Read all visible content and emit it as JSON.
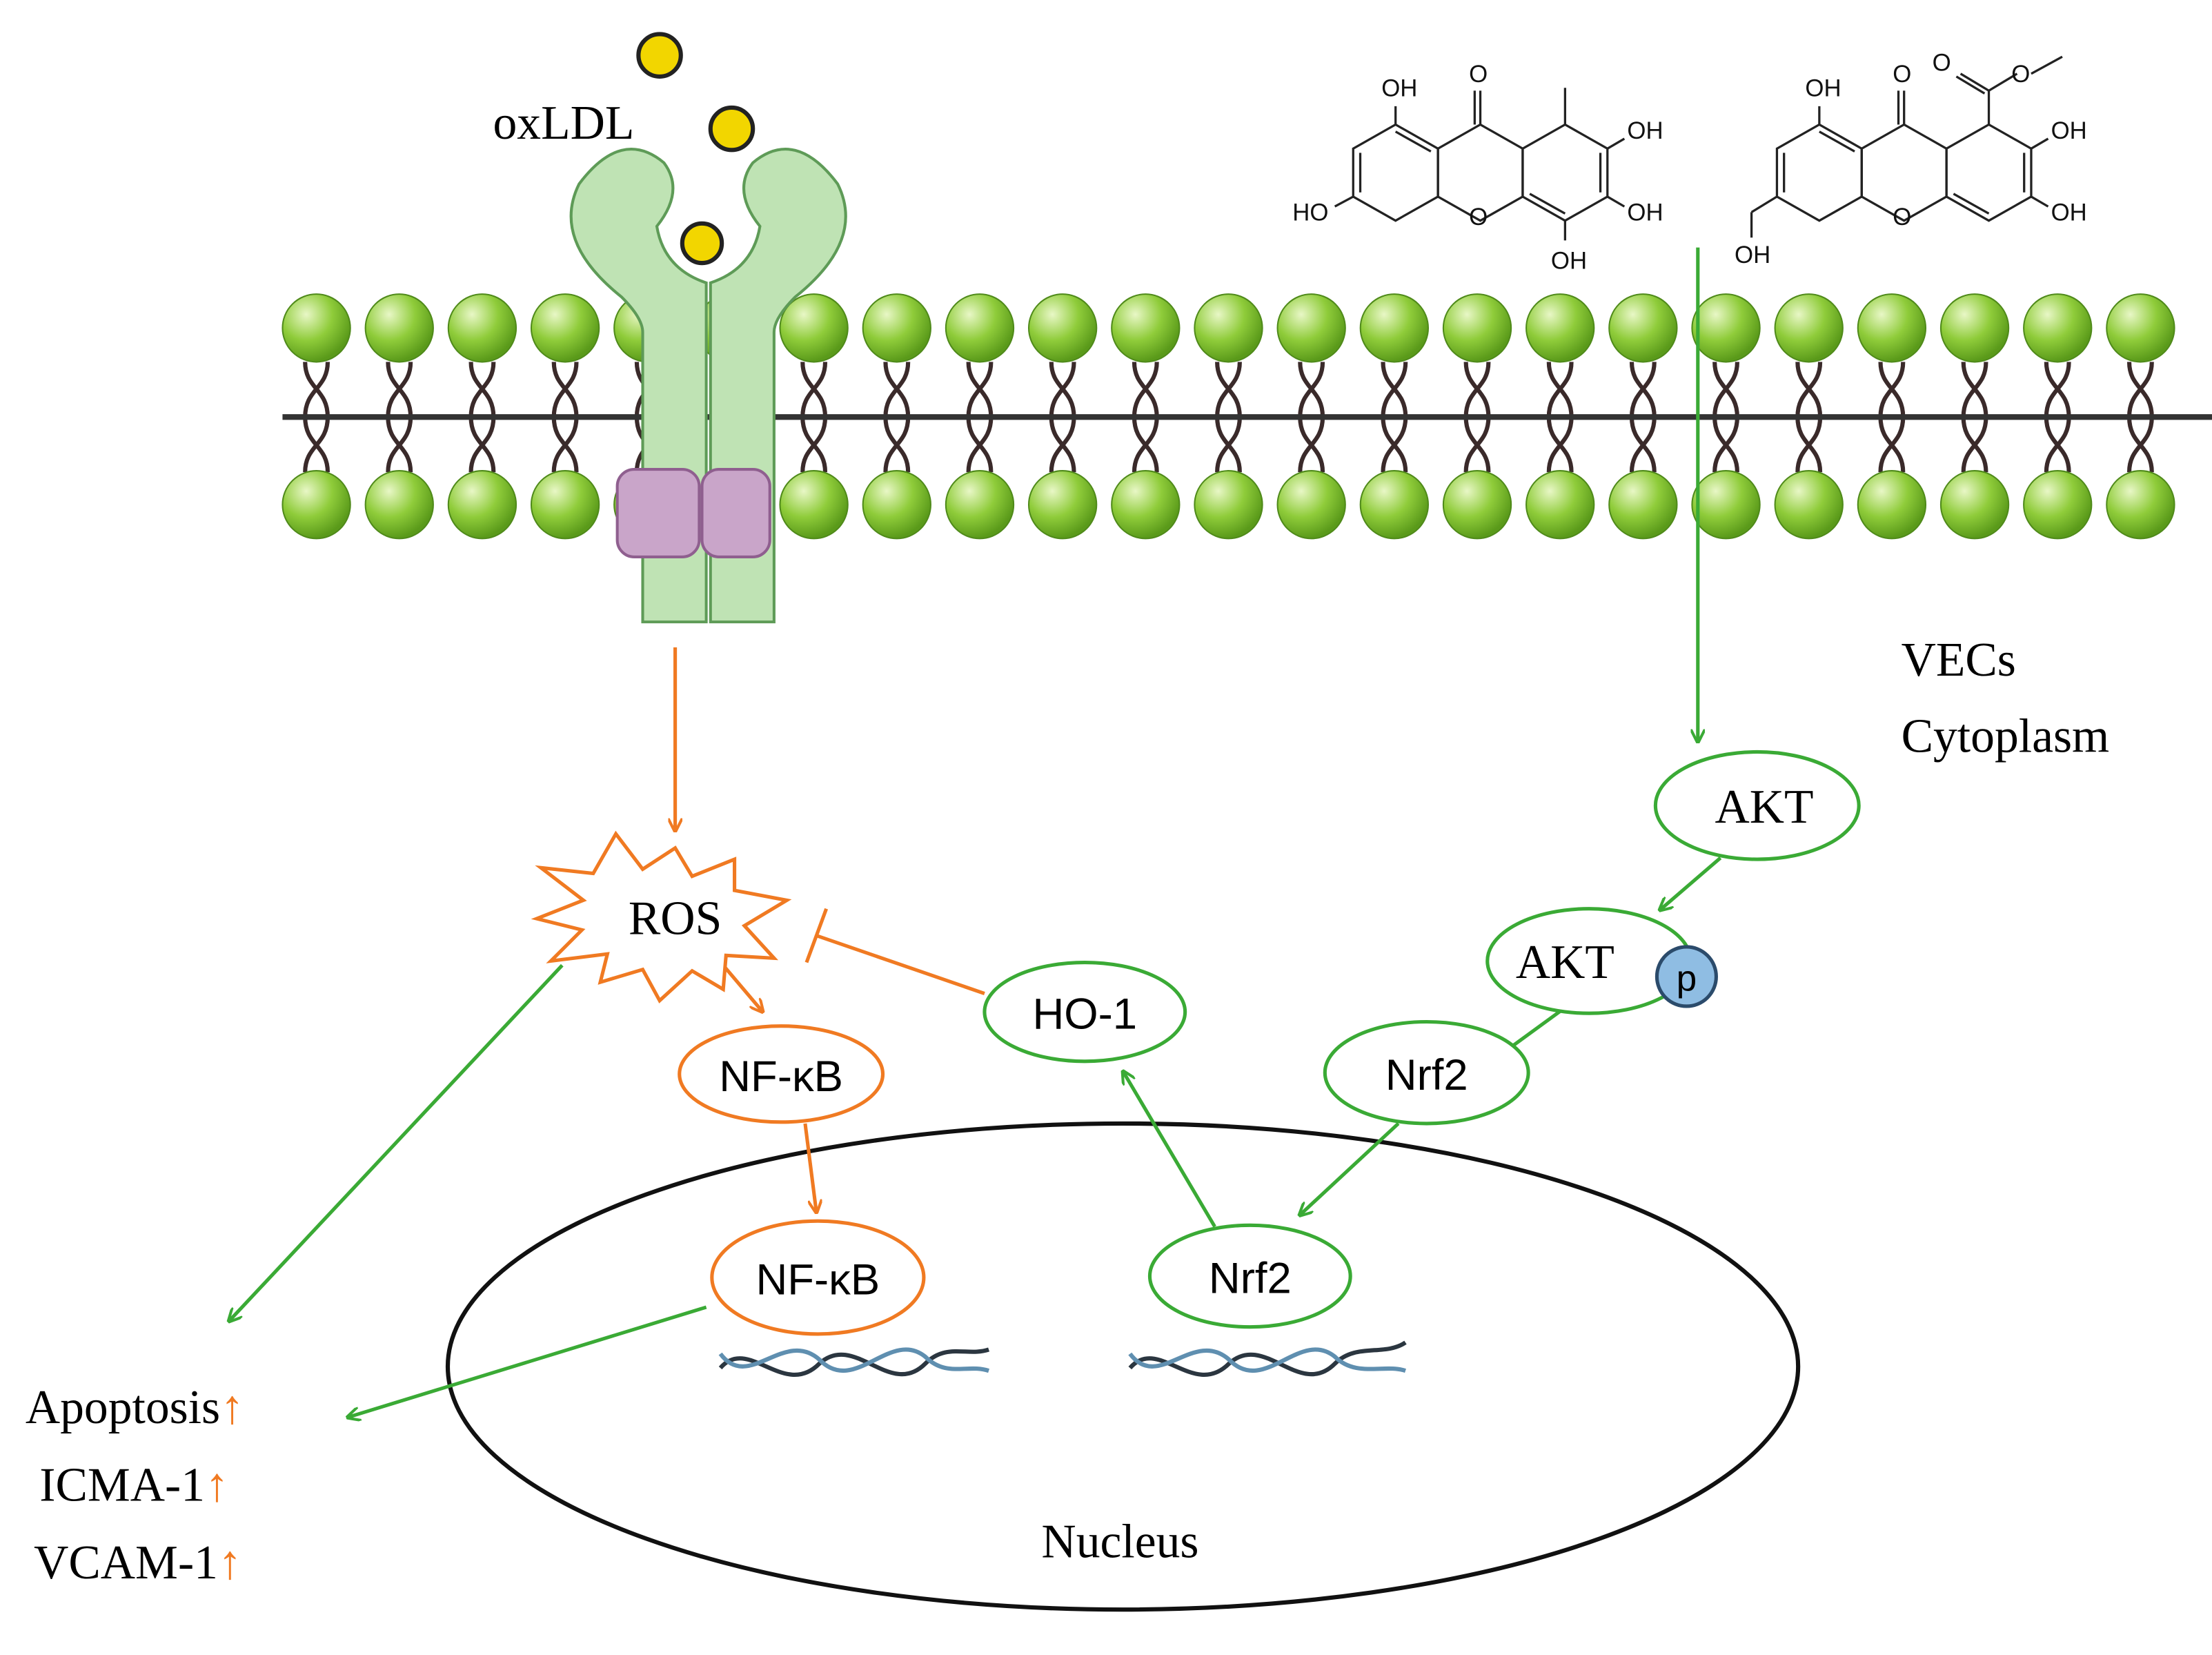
{
  "ligand": {
    "label": "oxLDL"
  },
  "compounds": {
    "left": {
      "groups": [
        "OH",
        "O",
        "OH",
        "HO",
        "OH",
        "O",
        "OH"
      ]
    },
    "right": {
      "groups": [
        "OH",
        "O",
        "O",
        "O",
        "OH",
        "OH",
        "OH",
        "O"
      ]
    }
  },
  "cell": {
    "line1": "VECs",
    "line2": "Cytoplasm"
  },
  "nodes": {
    "ros": "ROS",
    "nfkb_cyto": "NF-κB",
    "nfkb_nuc": "NF-κB",
    "ho1": "HO-1",
    "akt": "AKT",
    "akt_p": "AKT",
    "phospho": "p",
    "nrf2_cyto": "Nrf2",
    "nrf2_nuc": "Nrf2"
  },
  "nucleus": {
    "label": "Nucleus"
  },
  "outcomes": [
    {
      "label": "Apoptosis",
      "arrow": "↑"
    },
    {
      "label": "ICMA-1",
      "arrow": "↑"
    },
    {
      "label": "VCAM-1",
      "arrow": "↑"
    }
  ],
  "colors": {
    "green_path": "#3aaa35",
    "orange_path": "#f07a22",
    "lipid_head": "#8fcc3a",
    "receptor": "#bfe3b4",
    "receptor_stroke": "#5e9b57",
    "channel": "#c9a5c9",
    "ligand_dot": "#f2d600",
    "phospho_dot": "#8fbde3"
  }
}
